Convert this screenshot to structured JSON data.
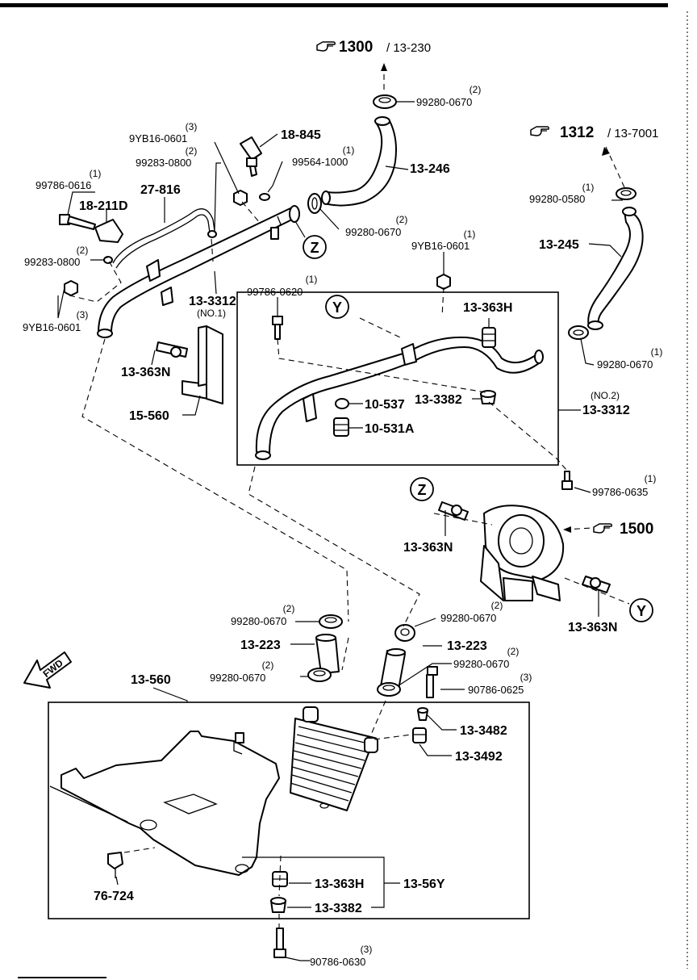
{
  "references": {
    "r1300": {
      "main": "1300",
      "sub": "/ 13-230"
    },
    "r1312": {
      "main": "1312",
      "sub": "/ 13-7001"
    },
    "r1500": {
      "main": "1500"
    }
  },
  "circle_markers": {
    "z": "Z",
    "y": "Y"
  },
  "fwd_label": "FWD",
  "labels": {
    "p99280_0670_a": {
      "qty": "(2)",
      "num": "99280-0670"
    },
    "p9yb16_0601_a": {
      "qty": "(3)",
      "num": "9YB16-0601"
    },
    "p18_845": {
      "num": "18-845"
    },
    "p99283_0800_a": {
      "qty": "(2)",
      "num": "99283-0800"
    },
    "p99564_1000": {
      "qty": "(1)",
      "num": "99564-1000"
    },
    "p13_246": {
      "num": "13-246"
    },
    "p99786_0616": {
      "qty": "(1)",
      "num": "99786-0616"
    },
    "p27_816": {
      "num": "27-816"
    },
    "p18_211d": {
      "num": "18-211D"
    },
    "p99280_0670_b": {
      "qty": "(2)",
      "num": "99280-0670"
    },
    "p99280_0580": {
      "qty": "(1)",
      "num": "99280-0580"
    },
    "p13_245": {
      "num": "13-245"
    },
    "p99283_0800_b": {
      "qty": "(2)",
      "num": "99283-0800"
    },
    "p9yb16_0601_b": {
      "qty": "(1)",
      "num": "9YB16-0601"
    },
    "p99786_0620": {
      "qty": "(1)",
      "num": "99786-0620"
    },
    "p13_3312_no1": {
      "num": "13-3312",
      "sub": "(NO.1)"
    },
    "p9yb16_0601_c": {
      "qty": "(3)",
      "num": "9YB16-0601"
    },
    "p13_363h_a": {
      "num": "13-363H"
    },
    "p99280_0670_c": {
      "qty": "(1)",
      "num": "99280-0670"
    },
    "p13_363n_a": {
      "num": "13-363N"
    },
    "p13_3312_no2": {
      "sub": "(NO.2)",
      "num": "13-3312"
    },
    "p13_3382_a": {
      "num": "13-3382"
    },
    "p10_537": {
      "num": "10-537"
    },
    "p15_560": {
      "num": "15-560"
    },
    "p10_531a": {
      "num": "10-531A"
    },
    "p99786_0635": {
      "qty": "(1)",
      "num": "99786-0635"
    },
    "p13_363n_b": {
      "num": "13-363N"
    },
    "p13_363n_c": {
      "num": "13-363N"
    },
    "p99280_0670_d": {
      "qty": "(2)",
      "num": "99280-0670"
    },
    "p99280_0670_e": {
      "qty": "(2)",
      "num": "99280-0670"
    },
    "p13_223_a": {
      "num": "13-223"
    },
    "p13_223_b": {
      "num": "13-223"
    },
    "p99280_0670_f": {
      "qty": "(2)",
      "num": "99280-0670"
    },
    "p99280_0670_g": {
      "qty": "(2)",
      "num": "99280-0670"
    },
    "p90786_0625": {
      "qty": "(3)",
      "num": "90786-0625"
    },
    "p13_560": {
      "num": "13-560"
    },
    "p13_3482": {
      "num": "13-3482"
    },
    "p13_3492": {
      "num": "13-3492"
    },
    "p76_724": {
      "num": "76-724"
    },
    "p13_363h_b": {
      "num": "13-363H"
    },
    "p13_56y": {
      "num": "13-56Y"
    },
    "p13_3382_b": {
      "num": "13-3382"
    },
    "p90786_0630": {
      "qty": "(3)",
      "num": "90786-0630"
    }
  }
}
